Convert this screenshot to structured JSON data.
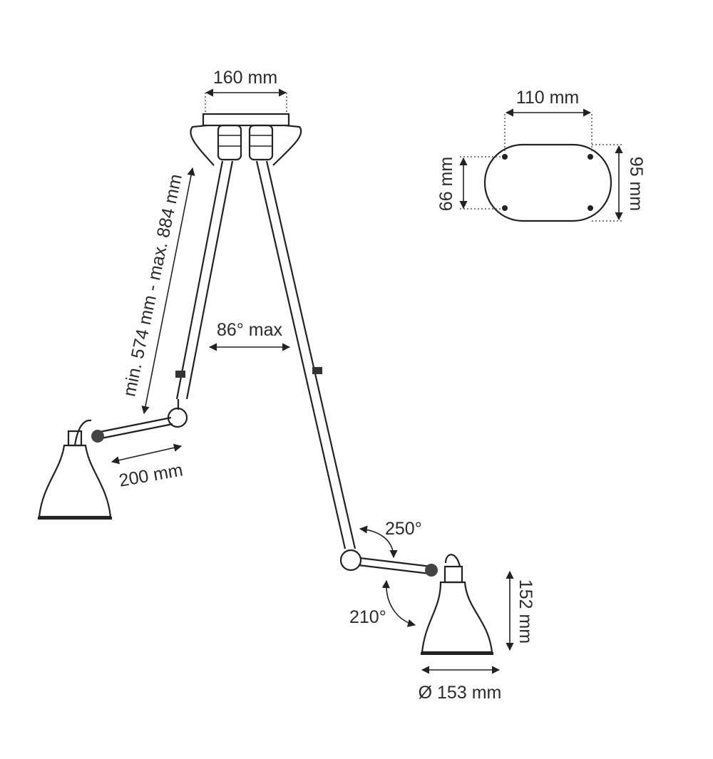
{
  "dimensions": {
    "mount_width": "160 mm",
    "base_length": "110 mm",
    "base_hole_spacing": "66 mm",
    "base_width": "95 mm",
    "arm_length": "min. 574 mm - max. 884 mm",
    "arm_angle": "86° max",
    "shade_arm": "200 mm",
    "rotation_upper": "250°",
    "rotation_lower": "210°",
    "shade_height": "152 mm",
    "shade_diameter": "Ø 153 mm"
  }
}
